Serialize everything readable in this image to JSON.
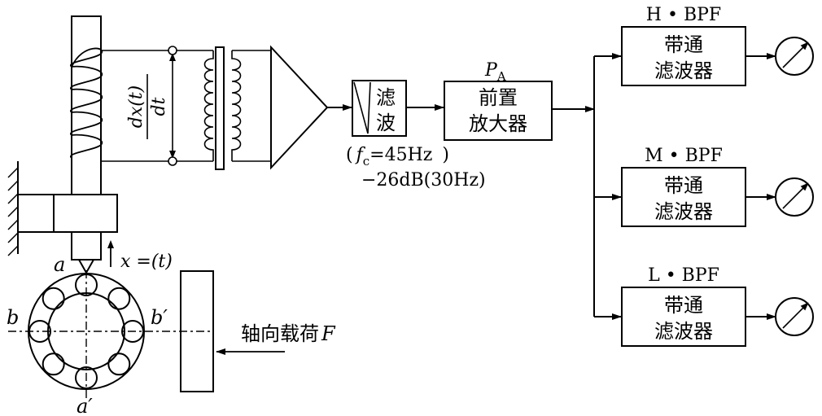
{
  "sensor": {
    "derivative_numerator": "dx(t)",
    "derivative_denominator": "dt",
    "displacement_label": "x =(t)"
  },
  "bearing": {
    "label_a": "a",
    "label_a_prime": "a′",
    "label_b": "b",
    "label_b_prime": "b′",
    "load_label": "轴向载荷",
    "load_symbol": "F"
  },
  "filter": {
    "line1": "滤",
    "line2": "波",
    "cutoff_open": "(",
    "cutoff_symbol": "f",
    "cutoff_subscript": "c",
    "cutoff_value": "=45Hz",
    "cutoff_close": ")",
    "attenuation": "−26dB(30Hz)"
  },
  "preamp": {
    "symbol": "P",
    "symbol_subscript": "A",
    "line1": "前置",
    "line2": "放大器"
  },
  "bandpass_filters": [
    {
      "title": "H • BPF",
      "line1": "带通",
      "line2": "滤波器"
    },
    {
      "title": "M • BPF",
      "line1": "带通",
      "line2": "滤波器"
    },
    {
      "title": "L • BPF",
      "line1": "带通",
      "line2": "滤波器"
    }
  ],
  "colors": {
    "ink": "#000000",
    "background": "#ffffff"
  }
}
